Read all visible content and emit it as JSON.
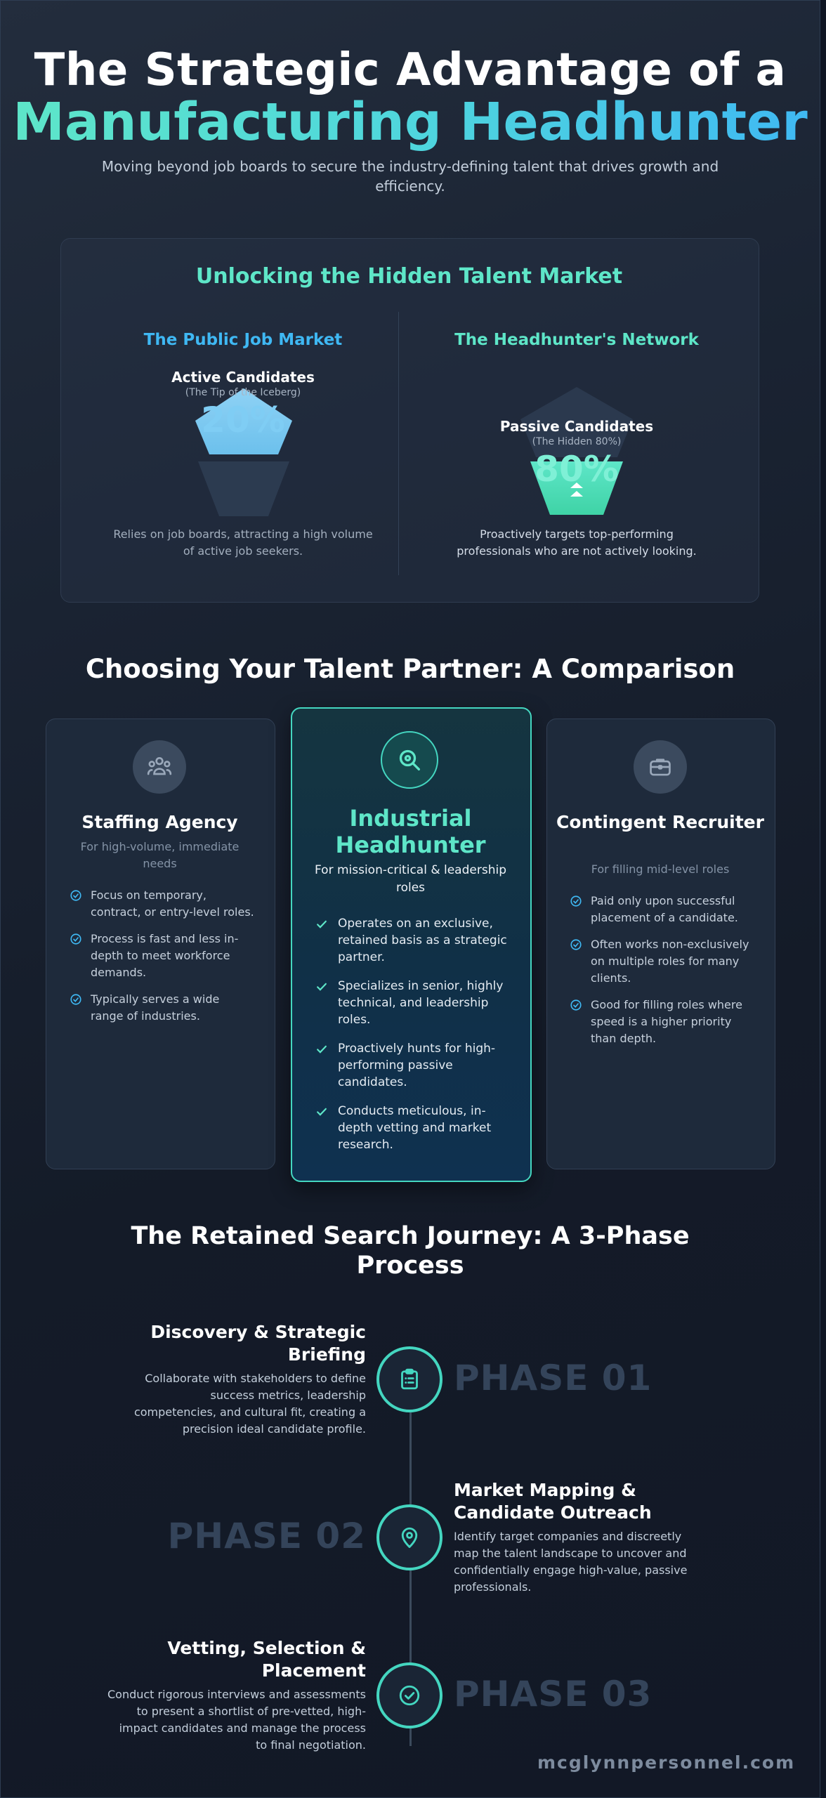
{
  "header": {
    "title_line1": "The Strategic Advantage of a",
    "title_line2": "Manufacturing Headhunter",
    "subtitle": "Moving beyond job boards to secure the industry-defining talent that drives growth and efficiency."
  },
  "hidden_market": {
    "title": "Unlocking the Hidden Talent Market",
    "public": {
      "heading": "The Public Job Market",
      "label": "Active Candidates",
      "sublabel": "(The Tip of the Iceberg)",
      "percent": "20%",
      "description": "Relies on job boards, attracting a high volume of active job seekers."
    },
    "network": {
      "heading": "The Headhunter's Network",
      "label": "Passive Candidates",
      "sublabel": "(The Hidden 80%)",
      "percent": "80%",
      "description": "Proactively targets top-performing professionals who are not actively looking."
    }
  },
  "comparison": {
    "title": "Choosing Your Talent Partner: A Comparison",
    "cards": [
      {
        "icon": "users-icon",
        "title": "Staffing Agency",
        "subtitle": "For high-volume, immediate needs",
        "points": [
          "Focus on temporary, contract, or entry-level roles.",
          "Process is fast and less in-depth to meet workforce demands.",
          "Typically serves a wide range of industries."
        ]
      },
      {
        "icon": "search-icon",
        "title": "Industrial Headhunter",
        "subtitle": "For mission-critical & leadership roles",
        "points": [
          "Operates on an exclusive, retained basis as a strategic partner.",
          "Specializes in senior, highly technical, and leadership roles.",
          "Proactively hunts for high-performing passive candidates.",
          "Conducts meticulous, in-depth vetting and market research."
        ]
      },
      {
        "icon": "briefcase-icon",
        "title": "Contingent Recruiter",
        "subtitle": "For filling mid-level roles",
        "points": [
          "Paid only upon successful placement of a candidate.",
          "Often works non-exclusively on multiple roles for many clients.",
          "Good for filling roles where speed is a higher priority than depth."
        ]
      }
    ]
  },
  "journey": {
    "title": "The Retained Search Journey: A 3-Phase Process",
    "phases": [
      {
        "phase": "PHASE 01",
        "title": "Discovery & Strategic Briefing",
        "description": "Collaborate with stakeholders to define success metrics, leadership competencies, and cultural fit, creating a precision ideal candidate profile.",
        "icon": "clipboard-list-icon"
      },
      {
        "phase": "PHASE 02",
        "title": "Market Mapping & Candidate Outreach",
        "description": "Identify target companies and discreetly map the talent landscape to uncover and confidentially engage high-value, passive professionals.",
        "icon": "map-pin-icon"
      },
      {
        "phase": "PHASE 03",
        "title": "Vetting, Selection & Placement",
        "description": "Conduct rigorous interviews and assessments to present a shortlist of pre-vetted, high-impact candidates and manage the process to final negotiation.",
        "icon": "check-circle-icon"
      }
    ]
  },
  "footer": {
    "brand": "mcglynnpersonnel.com"
  },
  "colors": {
    "teal": "#5ee6c8",
    "blue": "#3fb8f3",
    "background": "#141b28"
  }
}
